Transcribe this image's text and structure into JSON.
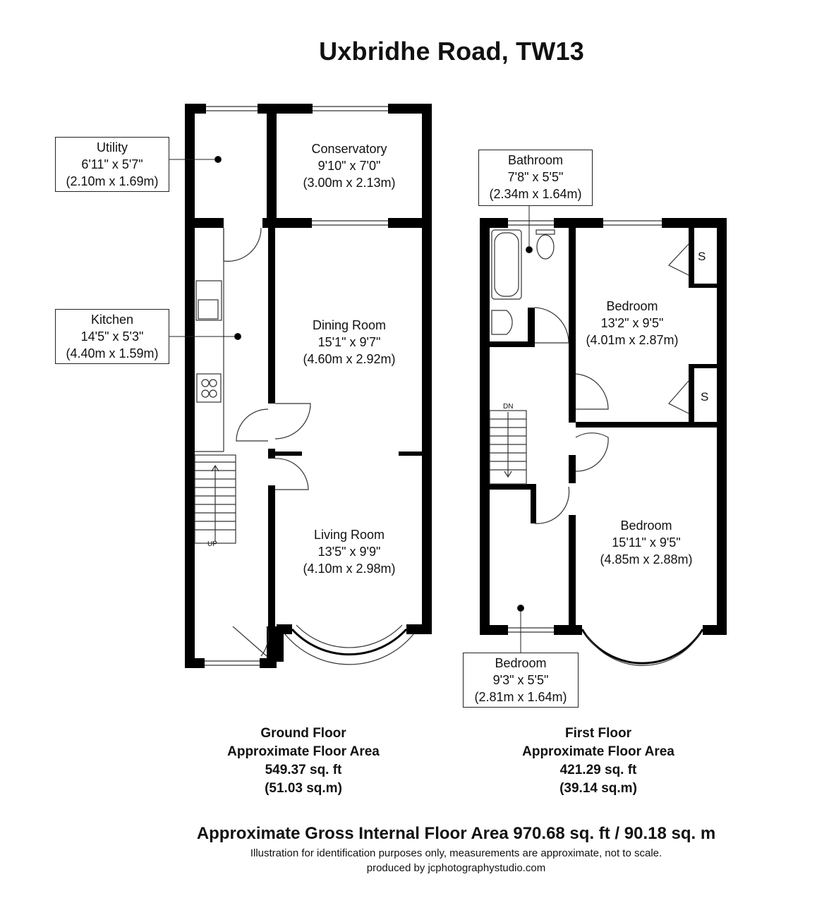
{
  "title": "Uxbridhe Road, TW13",
  "ground_floor": {
    "rooms": [
      {
        "name": "Utility",
        "imperial": "6'11\" x 5'7\"",
        "metric": "(2.10m x 1.69m)"
      },
      {
        "name": "Conservatory",
        "imperial": "9'10\" x 7'0\"",
        "metric": "(3.00m x 2.13m)"
      },
      {
        "name": "Kitchen",
        "imperial": "14'5\" x 5'3\"",
        "metric": "(4.40m x 1.59m)"
      },
      {
        "name": "Dining Room",
        "imperial": "15'1\" x 9'7\"",
        "metric": "(4.60m x 2.92m)"
      },
      {
        "name": "Living Room",
        "imperial": "13'5\" x 9'9\"",
        "metric": "(4.10m x 2.98m)"
      }
    ],
    "stair_label": "UP",
    "summary": {
      "name": "Ground Floor",
      "caption": "Approximate Floor Area",
      "sqft": "549.37 sq. ft",
      "sqm": "(51.03 sq.m)"
    }
  },
  "first_floor": {
    "rooms": [
      {
        "name": "Bathroom",
        "imperial": "7'8\" x 5'5\"",
        "metric": "(2.34m x 1.64m)"
      },
      {
        "name": "Bedroom",
        "imperial": "13'2\" x 9'5\"",
        "metric": "(4.01m x 2.87m)"
      },
      {
        "name": "Bedroom",
        "imperial": "15'11\" x 9'5\"",
        "metric": "(4.85m x 2.88m)"
      },
      {
        "name": "Bedroom",
        "imperial": "9'3\" x 5'5\"",
        "metric": "(2.81m x 1.64m)"
      }
    ],
    "stair_label": "DN",
    "storage_label": "S",
    "summary": {
      "name": "First Floor",
      "caption": "Approximate Floor Area",
      "sqft": "421.29 sq. ft",
      "sqm": "(39.14 sq.m)"
    }
  },
  "gross_area": "Approximate Gross Internal Floor Area 970.68 sq. ft / 90.18 sq. m",
  "disclaimer": "Illustration for identification purposes only, measurements are approximate, not to scale.",
  "producer": "produced by jcphotographystudio.com"
}
